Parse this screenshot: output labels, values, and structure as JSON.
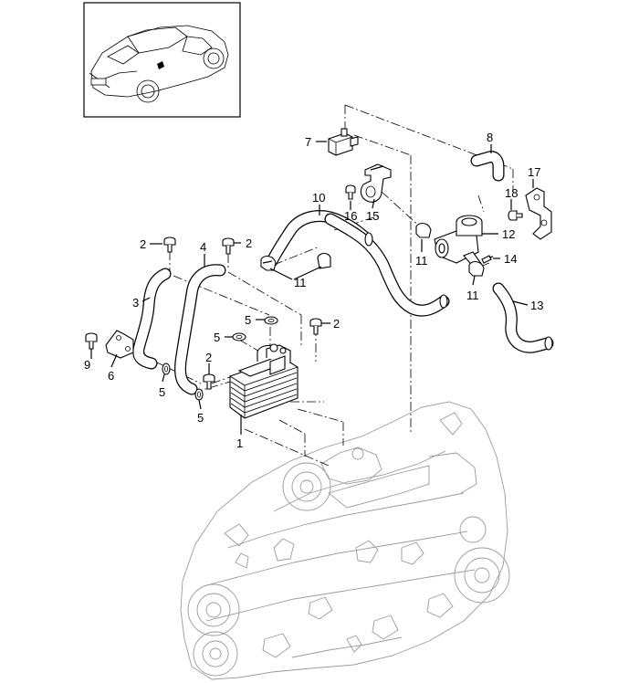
{
  "callouts": {
    "c1": "1",
    "c2a": "2",
    "c2b": "2",
    "c2c": "2",
    "c2d": "2",
    "c3": "3",
    "c4": "4",
    "c5a": "5",
    "c5b": "5",
    "c5c": "5",
    "c5d": "5",
    "c6": "6",
    "c7": "7",
    "c8": "8",
    "c9": "9",
    "c10": "10",
    "c11a": "11",
    "c11b": "11",
    "c11c": "11",
    "c12": "12",
    "c13": "13",
    "c14": "14",
    "c15": "15",
    "c16": "16",
    "c17": "17",
    "c18": "18"
  }
}
